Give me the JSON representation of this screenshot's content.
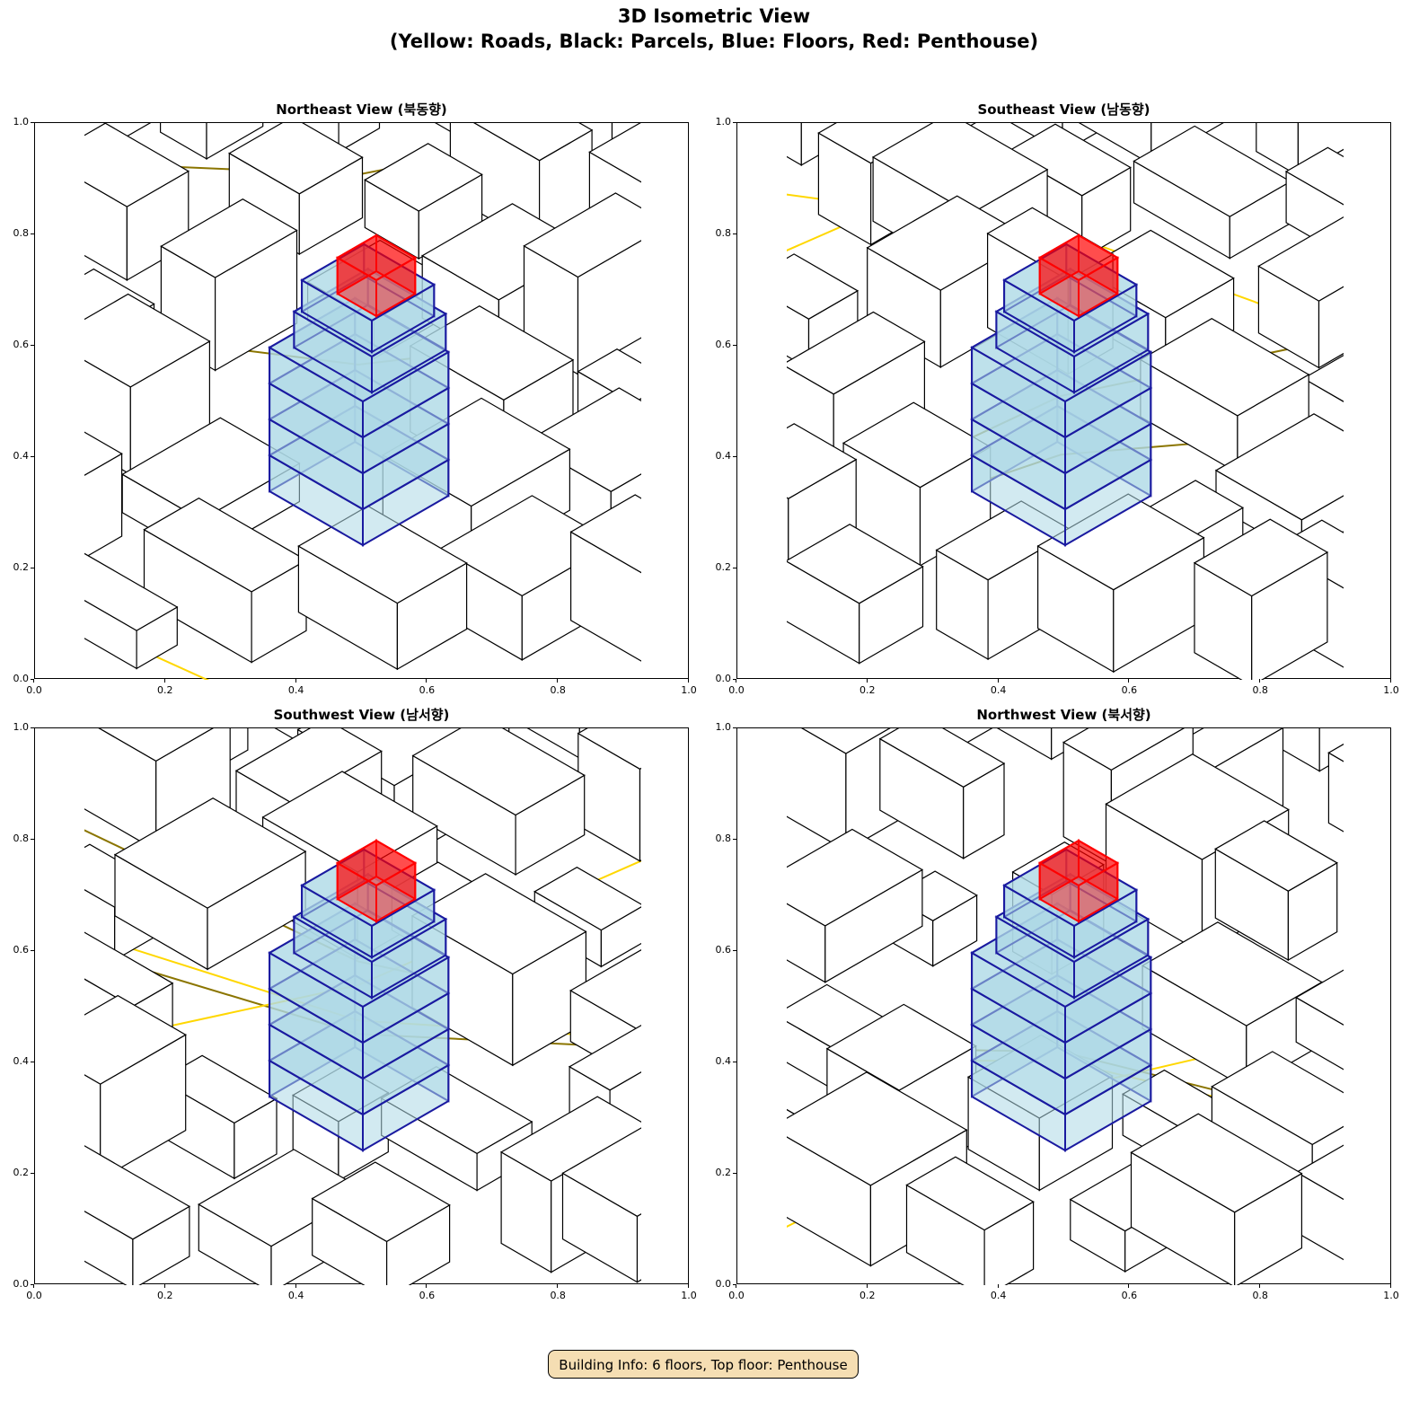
{
  "figure": {
    "title": "3D Isometric View",
    "subtitle": "(Yellow: Roads, Black: Parcels, Blue: Floors, Red: Penthouse)",
    "footer": "Building Info: 6 floors, Top floor: Penthouse"
  },
  "panels": [
    {
      "title": "Northeast View (북동향)"
    },
    {
      "title": "Southeast View (남동향)"
    },
    {
      "title": "Southwest View (남서향)"
    },
    {
      "title": "Northwest View (북서향)"
    }
  ],
  "ticks": {
    "x": [
      "0.0",
      "0.2",
      "0.4",
      "0.6",
      "0.8",
      "1.0"
    ],
    "y": [
      "0.0",
      "0.2",
      "0.4",
      "0.6",
      "0.8",
      "1.0"
    ]
  },
  "colors": {
    "roads": "#ffd700",
    "parcels": "#000000",
    "floors": "#add8e6",
    "floor_edges": "#1a1aa0",
    "penthouse": "#ff0000"
  },
  "building": {
    "floors": 6,
    "top_floor": "Penthouse"
  }
}
